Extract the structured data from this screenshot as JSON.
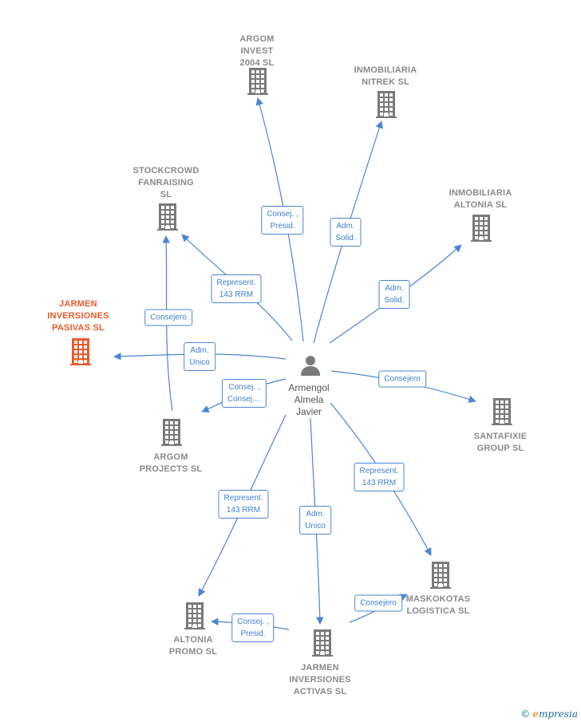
{
  "center": {
    "label": "Armengol\nAlmela\nJavier"
  },
  "nodes": [
    {
      "id": "argom-invest",
      "label": "ARGOM\nINVEST\n2004 SL",
      "highlight": false
    },
    {
      "id": "inmobiliaria-nitrek",
      "label": "INMOBILIARIA\nNITREK SL",
      "highlight": false
    },
    {
      "id": "stockcrowd",
      "label": "STOCKCROWD\nFANRAISING\nSL",
      "highlight": false
    },
    {
      "id": "inmobiliaria-altonia",
      "label": "INMOBILIARIA\nALTONIA SL",
      "highlight": false
    },
    {
      "id": "jarmen-pasivas",
      "label": "JARMEN\nINVERSIONES\nPASIVAS SL",
      "highlight": true
    },
    {
      "id": "santafixie",
      "label": "SANTAFIXIE\nGROUP SL",
      "highlight": false
    },
    {
      "id": "argom-projects",
      "label": "ARGOM\nPROJECTS SL",
      "highlight": false
    },
    {
      "id": "maskokotas",
      "label": "MASKOKOTAS\nLOGISTICA SL",
      "highlight": false
    },
    {
      "id": "altonia-promo",
      "label": "ALTONIA\nPROMO SL",
      "highlight": false
    },
    {
      "id": "jarmen-activas",
      "label": "JARMEN\nINVERSIONES\nACTIVAS SL",
      "highlight": false
    }
  ],
  "relations": [
    {
      "label": "Consej. ,\nPresid."
    },
    {
      "label": "Adm.\nSolid."
    },
    {
      "label": "Represent.\n143 RRM"
    },
    {
      "label": "Adm.\nSolid."
    },
    {
      "label": "Consejero"
    },
    {
      "label": "Adm.\nUnico"
    },
    {
      "label": "Consejero"
    },
    {
      "label": "Consej. ,\nConsej...."
    },
    {
      "label": "Represent.\n143 RRM"
    },
    {
      "label": "Represent.\n143 RRM"
    },
    {
      "label": "Adm.\nUnico"
    },
    {
      "label": "Consejero"
    },
    {
      "label": "Consej. ,\nPresid."
    }
  ],
  "colors": {
    "edge": "#4a86d4",
    "icon": "#7a7a7a",
    "highlight": "#e85a2c"
  },
  "footer": {
    "copyright": "©",
    "brand_first": "e",
    "brand_rest": "mpresia"
  }
}
